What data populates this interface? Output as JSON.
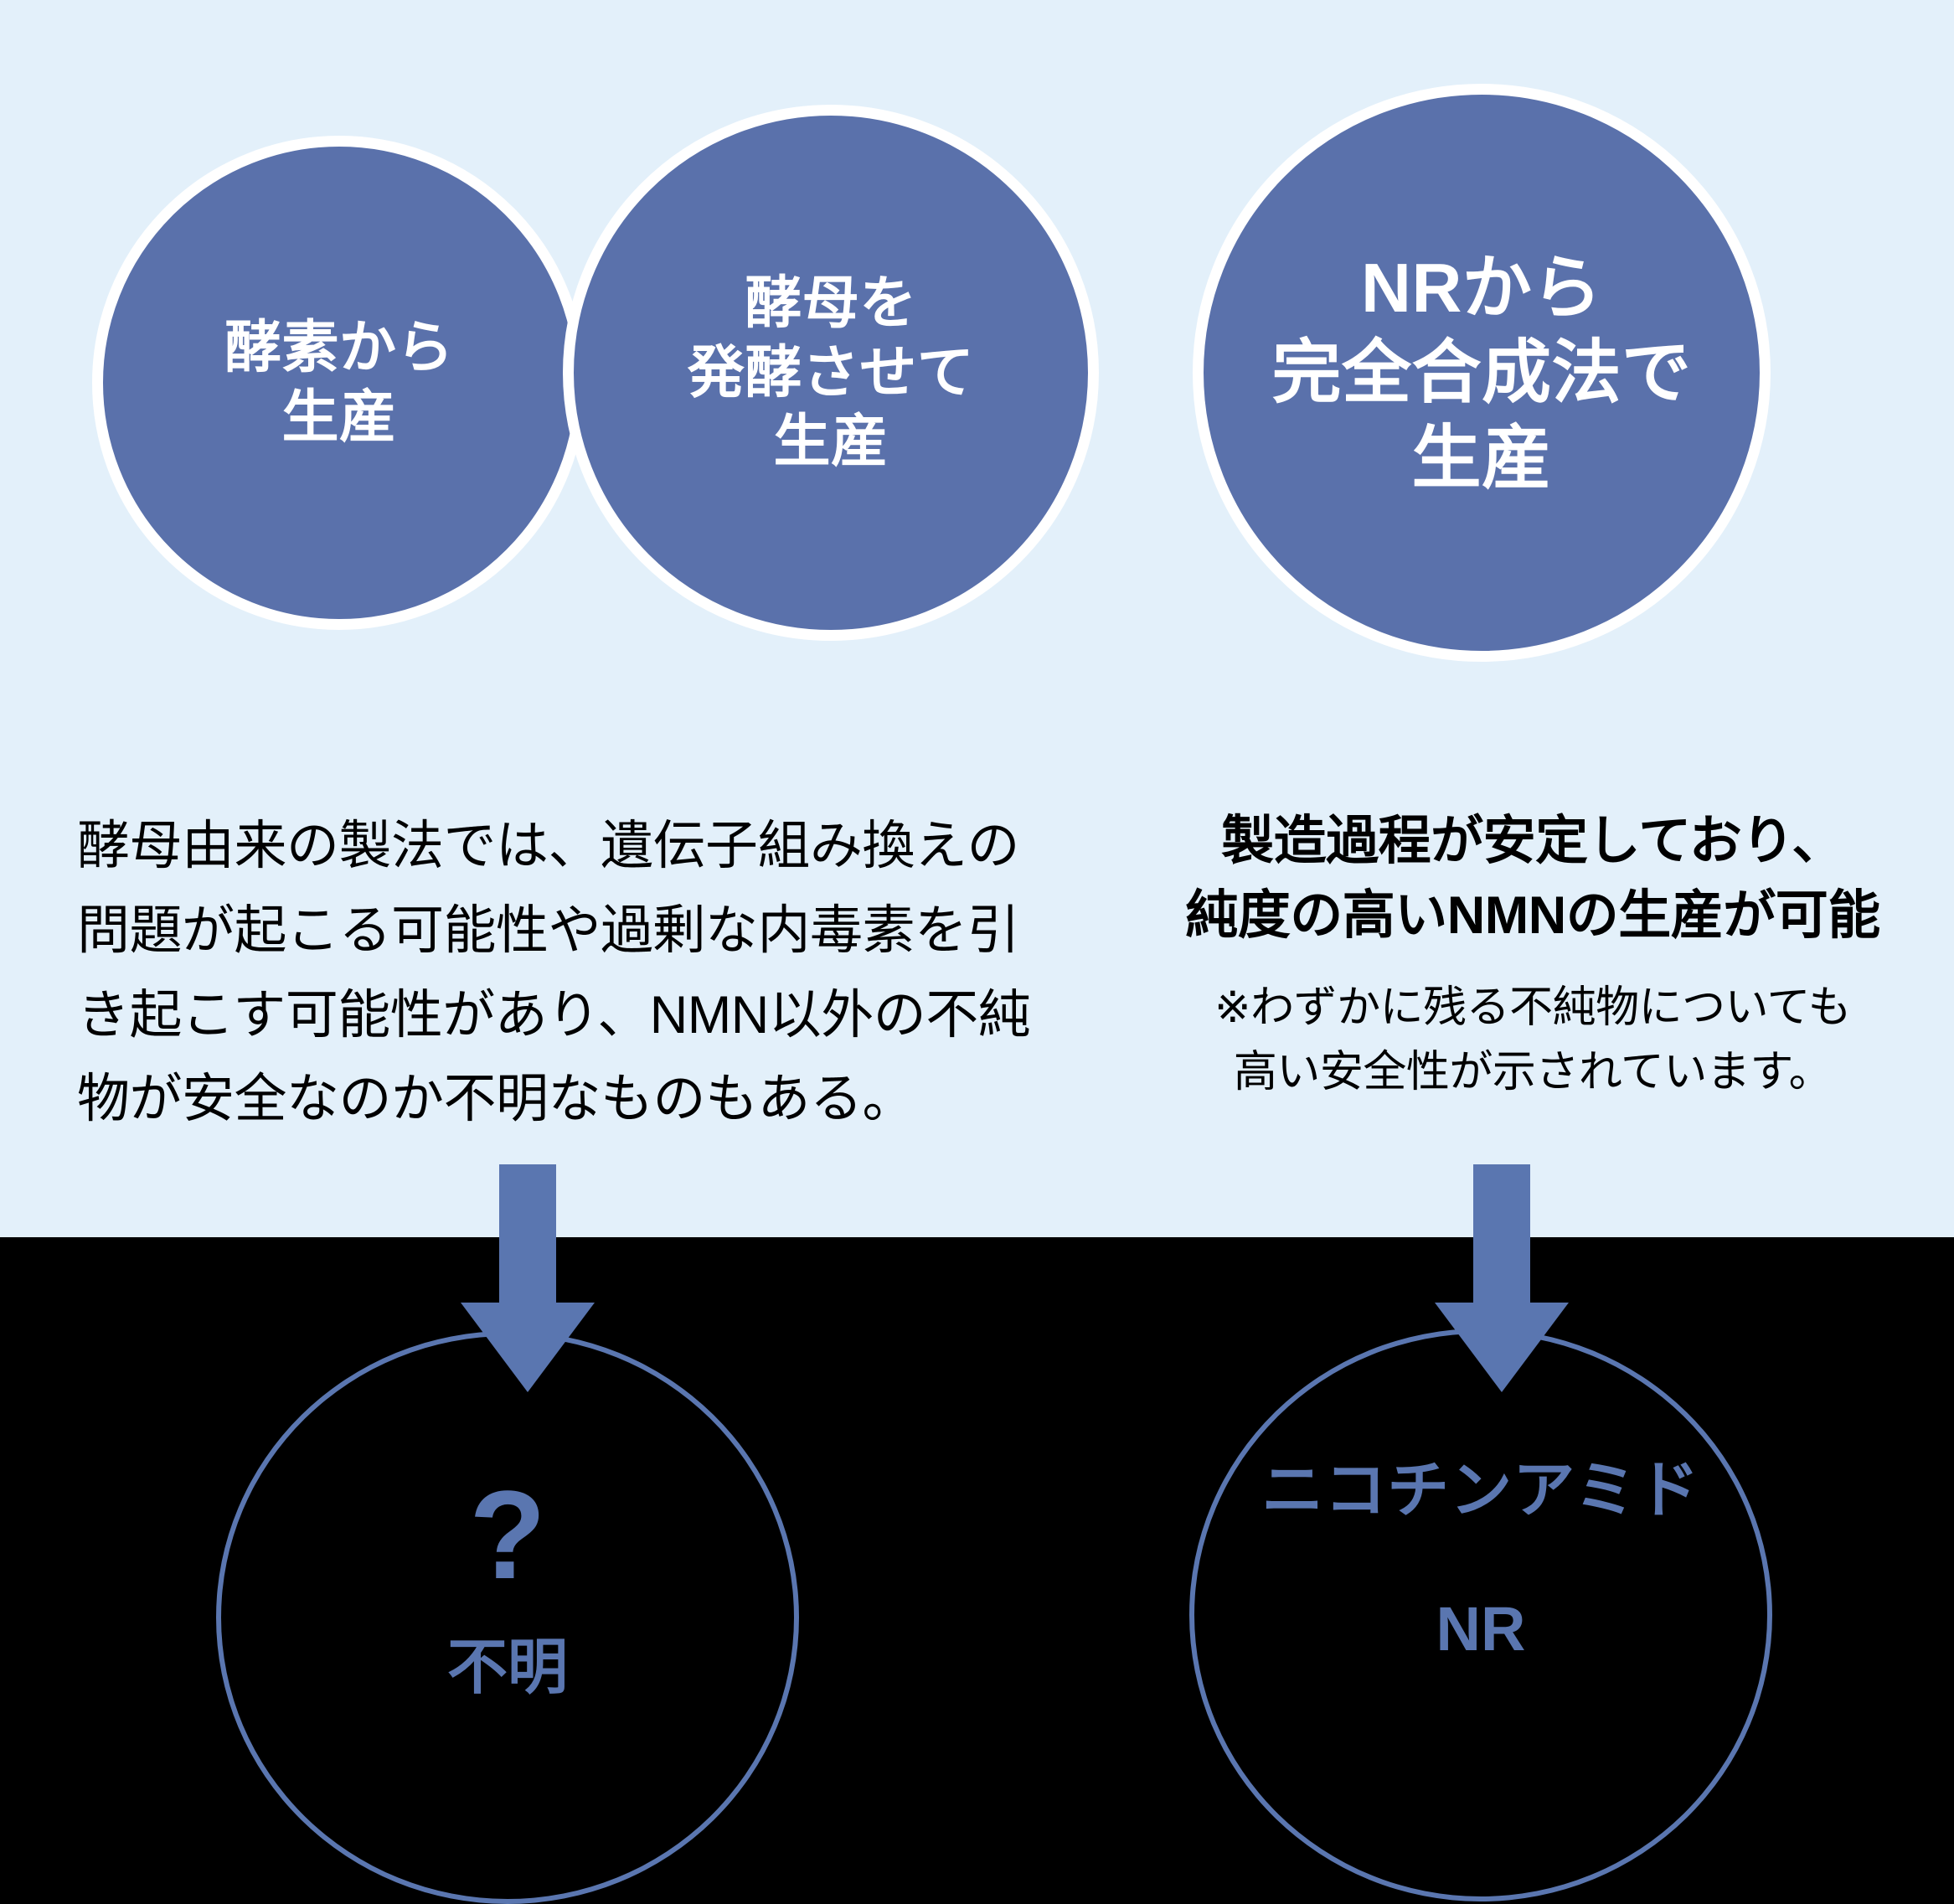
{
  "colors": {
    "background_top": "#e3f0fa",
    "background_bottom": "#000000",
    "circle_fill": "#5a71ab",
    "circle_outline": "#ffffff",
    "accent_blue": "#5a76b0",
    "body_text": "#000000"
  },
  "top_circles": [
    {
      "id": "enzyme",
      "label": "酵素から\n生産"
    },
    {
      "id": "yeast",
      "label": "酵母を\n発酵させて\n生産"
    },
    {
      "id": "nr",
      "label": "NRから\n完全合成法で\n生産"
    }
  ],
  "descriptions": {
    "left": "酵母由来の製法では、遺伝子組み換えの問題が起こる可能性や過剰な内毒素を引き起こす可能性があり、NMN以外の不純物が安全なのか不明なものもある。",
    "right_heading": "製造過程が安定しており、\n純度の高いNMNの生産が可能",
    "right_note": "※わずかに残る不純物についても\n高い安全性が示されています。"
  },
  "arrows": {
    "left_label": "down-arrow",
    "right_label": "down-arrow"
  },
  "results": [
    {
      "id": "unknown",
      "symbol": "?",
      "label": "不明"
    },
    {
      "id": "nicotinamide",
      "title": "ニコチンアミド",
      "label": "NR"
    }
  ]
}
